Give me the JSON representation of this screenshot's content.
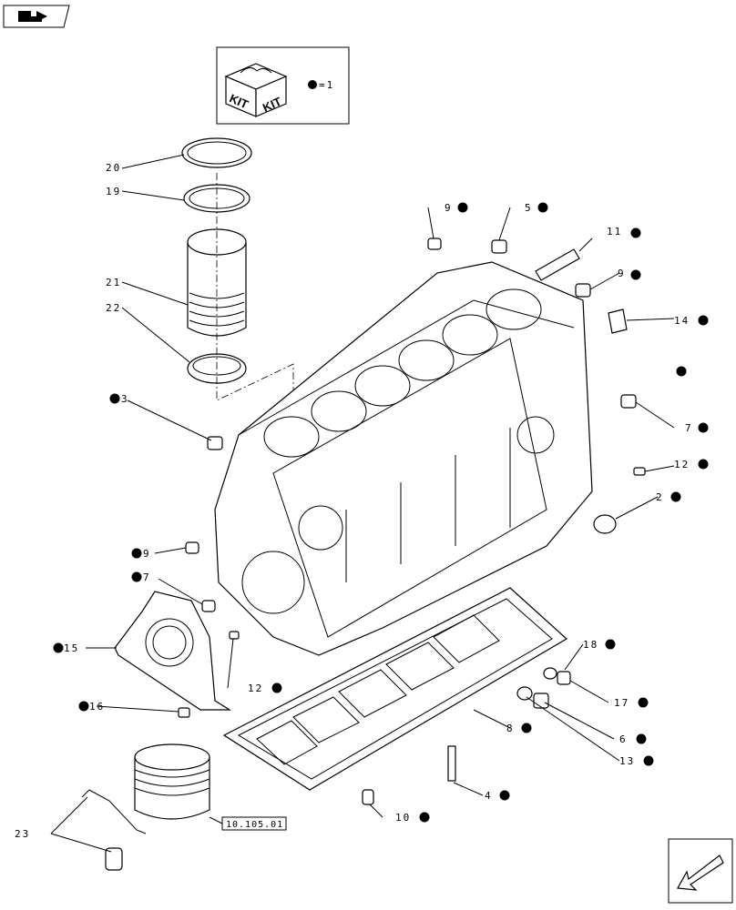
{
  "kit_legend": {
    "kit_word": "KIT",
    "legend_text": "=1"
  },
  "callouts": [
    "20",
    "19",
    "21",
    "22",
    "9",
    "5",
    "11",
    "9",
    "14",
    "3",
    "7",
    "12",
    "2",
    "9",
    "7",
    "15",
    "12",
    "18",
    "17",
    "16",
    "8",
    "6",
    "13",
    "4",
    "10",
    "23"
  ],
  "reference": "10.105.01",
  "icons": {
    "top_left": "book-icon",
    "bottom_right": "arrow-icon"
  }
}
